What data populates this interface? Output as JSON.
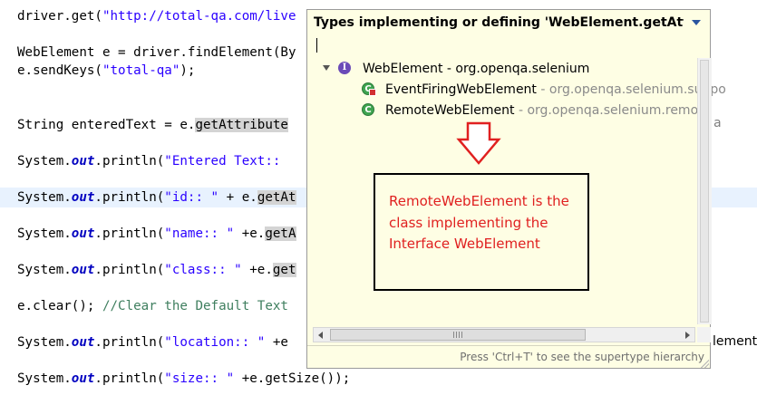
{
  "editor": {
    "lines": {
      "l1": {
        "a": "driver.get(",
        "s": "\"http://total-qa.com/live"
      },
      "l2": {
        "a": "WebElement e = driver.findElement(By"
      },
      "l3": {
        "a": "e.sendKeys(",
        "s": "\"total-qa\"",
        "b": ");"
      },
      "l4": {
        "a": "String enteredText = e.",
        "h": "getAttribute"
      },
      "l5": {
        "a": "System.",
        "f": "out",
        "b": ".println(",
        "s": "\"Entered Text:: "
      },
      "l6": {
        "a": "System.",
        "f": "out",
        "b": ".println(",
        "s": "\"id:: \"",
        "c": " + e.",
        "h": "getAt"
      },
      "l7": {
        "a": "System.",
        "f": "out",
        "b": ".println(",
        "s": "\"name:: \"",
        "c": " +e.",
        "h": "getA"
      },
      "l8": {
        "a": "System.",
        "f": "out",
        "b": ".println(",
        "s": "\"class:: \"",
        "c": " +e.",
        "h": "get"
      },
      "l9": {
        "a": "e.clear(); ",
        "cm": "//Clear the Default Text"
      },
      "l10": {
        "a": "System.",
        "f": "out",
        "b": ".println(",
        "s": "\"location:: \"",
        "c": " +e"
      },
      "l11": {
        "a": "System.",
        "f": "out",
        "b": ".println(",
        "s": "\"size:: \"",
        "c": " +e.getSize());"
      }
    },
    "trailing": {
      "t1": "a",
      "t2": "lement"
    }
  },
  "popup": {
    "title": "Types implementing or defining 'WebElement.getAttribute",
    "filter_value": "",
    "tree": {
      "root": {
        "name": "WebElement",
        "package": " - org.openqa.selenium",
        "icon": "interface-icon"
      },
      "child1": {
        "name": "EventFiringWebElement",
        "package": " - org.openqa.selenium.suppo",
        "icon": "class-icon"
      },
      "child2": {
        "name": "RemoteWebElement",
        "package": " - org.openqa.selenium.remote",
        "icon": "class-icon"
      }
    },
    "annotation": "RemoteWebElement is the class implementing the Interface WebElement",
    "footer_hint": "Press 'Ctrl+T' to see the supertype hierarchy",
    "colors": {
      "annotation_text": "#e02020",
      "popup_bg": "#fefee4",
      "interface_icon": "#6b4bb8",
      "class_icon": "#3fa450"
    }
  }
}
